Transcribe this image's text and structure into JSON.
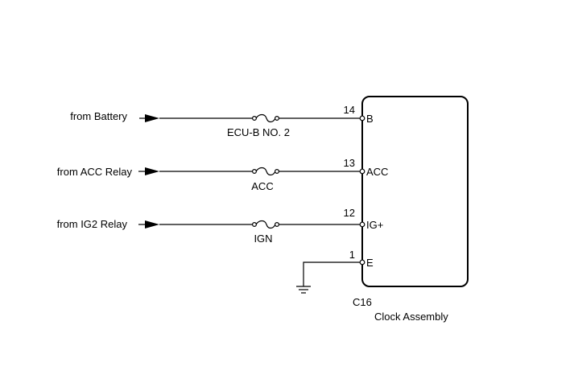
{
  "inputs": [
    {
      "source": "from Battery",
      "fuse": "ECU-B NO. 2",
      "pin": "14",
      "terminal": "B"
    },
    {
      "source": "from ACC Relay",
      "fuse": "ACC",
      "pin": "13",
      "terminal": "ACC"
    },
    {
      "source": "from IG2 Relay",
      "fuse": "IGN",
      "pin": "12",
      "terminal": "IG+"
    }
  ],
  "ground": {
    "pin": "1",
    "terminal": "E"
  },
  "component": {
    "connector": "C16",
    "name": "Clock Assembly"
  }
}
